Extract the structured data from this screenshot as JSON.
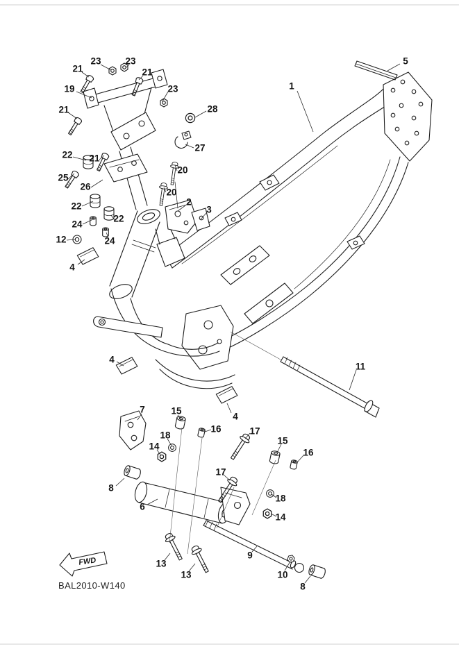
{
  "page": {
    "background": "#ffffff",
    "ink": "#1c1c1c",
    "code": "BAL2010-W140",
    "fwd_label": "FWD"
  },
  "callouts": [
    {
      "label": "23"
    },
    {
      "label": "21"
    },
    {
      "label": "23"
    },
    {
      "label": "21"
    },
    {
      "label": "19"
    },
    {
      "label": "23"
    },
    {
      "label": "5"
    },
    {
      "label": "1"
    },
    {
      "label": "28"
    },
    {
      "label": "21"
    },
    {
      "label": "27"
    },
    {
      "label": "22"
    },
    {
      "label": "21"
    },
    {
      "label": "25"
    },
    {
      "label": "20"
    },
    {
      "label": "26"
    },
    {
      "label": "20"
    },
    {
      "label": "22"
    },
    {
      "label": "2"
    },
    {
      "label": "3"
    },
    {
      "label": "24"
    },
    {
      "label": "22"
    },
    {
      "label": "12"
    },
    {
      "label": "24"
    },
    {
      "label": "4"
    },
    {
      "label": "4"
    },
    {
      "label": "11"
    },
    {
      "label": "4"
    },
    {
      "label": "7"
    },
    {
      "label": "15"
    },
    {
      "label": "16"
    },
    {
      "label": "18"
    },
    {
      "label": "14"
    },
    {
      "label": "17"
    },
    {
      "label": "15"
    },
    {
      "label": "16"
    },
    {
      "label": "17"
    },
    {
      "label": "8"
    },
    {
      "label": "6"
    },
    {
      "label": "18"
    },
    {
      "label": "14"
    },
    {
      "label": "9"
    },
    {
      "label": "13"
    },
    {
      "label": "13"
    },
    {
      "label": "10"
    },
    {
      "label": "8"
    }
  ]
}
